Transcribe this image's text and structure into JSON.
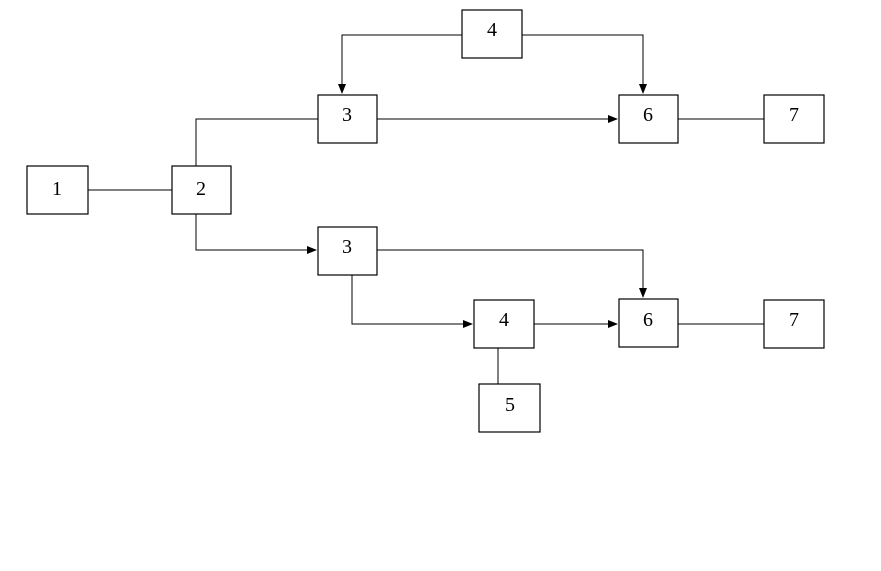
{
  "diagram": {
    "nodes": [
      {
        "id": "n1",
        "label": "1"
      },
      {
        "id": "n2",
        "label": "2"
      },
      {
        "id": "n3a",
        "label": "3"
      },
      {
        "id": "n3b",
        "label": "3"
      },
      {
        "id": "n4a",
        "label": "4"
      },
      {
        "id": "n4b",
        "label": "4"
      },
      {
        "id": "n5",
        "label": "5"
      },
      {
        "id": "n6a",
        "label": "6"
      },
      {
        "id": "n6b",
        "label": "6"
      },
      {
        "id": "n7a",
        "label": "7"
      },
      {
        "id": "n7b",
        "label": "7"
      }
    ],
    "edges": [
      {
        "from": "n1",
        "to": "n2",
        "arrow": false
      },
      {
        "from": "n2",
        "to": "n3a",
        "arrow": false
      },
      {
        "from": "n2",
        "to": "n3b",
        "arrow": true
      },
      {
        "from": "n4a",
        "to": "n3a",
        "arrow": true
      },
      {
        "from": "n4a",
        "to": "n6a",
        "arrow": true
      },
      {
        "from": "n3a",
        "to": "n6a",
        "arrow": true
      },
      {
        "from": "n6a",
        "to": "n7a",
        "arrow": false
      },
      {
        "from": "n3b",
        "to": "n6b",
        "arrow": true
      },
      {
        "from": "n3b",
        "to": "n4b",
        "arrow": true
      },
      {
        "from": "n4b",
        "to": "n6b",
        "arrow": true
      },
      {
        "from": "n4b",
        "to": "n5",
        "arrow": false
      },
      {
        "from": "n6b",
        "to": "n7b",
        "arrow": false
      }
    ]
  }
}
